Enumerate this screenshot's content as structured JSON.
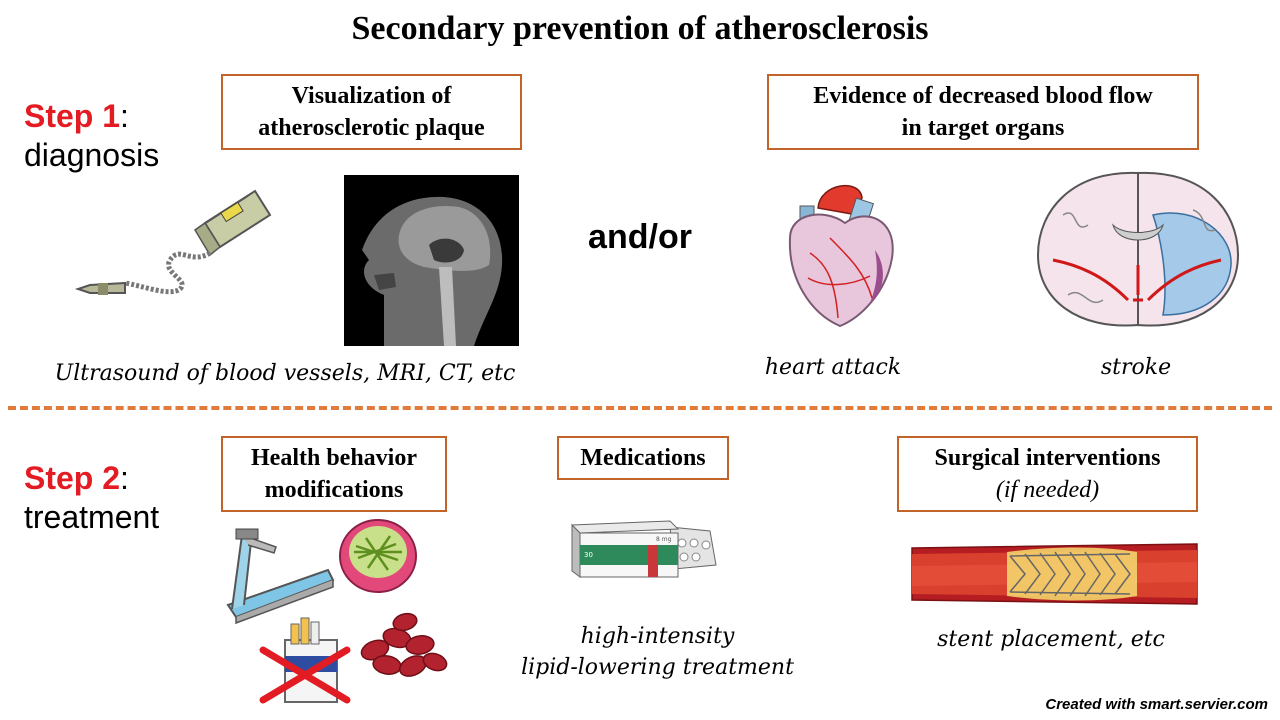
{
  "title": "Secondary prevention of atherosclerosis",
  "step1": {
    "label": "Step 1",
    "colon": ":",
    "subtitle": "diagnosis"
  },
  "step2": {
    "label": "Step 2",
    "colon": ":",
    "subtitle": "treatment"
  },
  "diagnosis": {
    "visualization_box": {
      "line1": "Visualization of",
      "line2": "atherosclerotic plaque"
    },
    "visualization_caption": "Ultrasound of blood vessels, MRI, CT, etc",
    "connector": "and/or",
    "evidence_box": {
      "line1": "Evidence of decreased blood flow",
      "line2": "in target organs"
    },
    "heart_caption": "heart attack",
    "stroke_caption": "stroke"
  },
  "treatment": {
    "health_box": {
      "line1": "Health behavior",
      "line2": "modifications"
    },
    "medications_box": {
      "label": "Medications"
    },
    "medications_caption": {
      "line1": "high-intensity",
      "line2": "lipid-lowering treatment"
    },
    "pill_box_labels": {
      "count": "30",
      "dose": "8 mg"
    },
    "surgical_box": {
      "line1": "Surgical interventions",
      "line2": "(if needed)"
    },
    "surgical_caption": "stent placement, etc"
  },
  "credit": "Created with smart.servier.com",
  "colors": {
    "step_red": "#e31b23",
    "box_border": "#c0642a",
    "divider": "#e07b39"
  },
  "icons": [
    "ultrasound-device-icon",
    "mri-head-icon",
    "heart-icon",
    "brain-icon",
    "treadmill-icon",
    "salad-bowl-icon",
    "crossed-cigarettes-icon",
    "beans-icon",
    "pill-box-icon",
    "stent-icon"
  ]
}
